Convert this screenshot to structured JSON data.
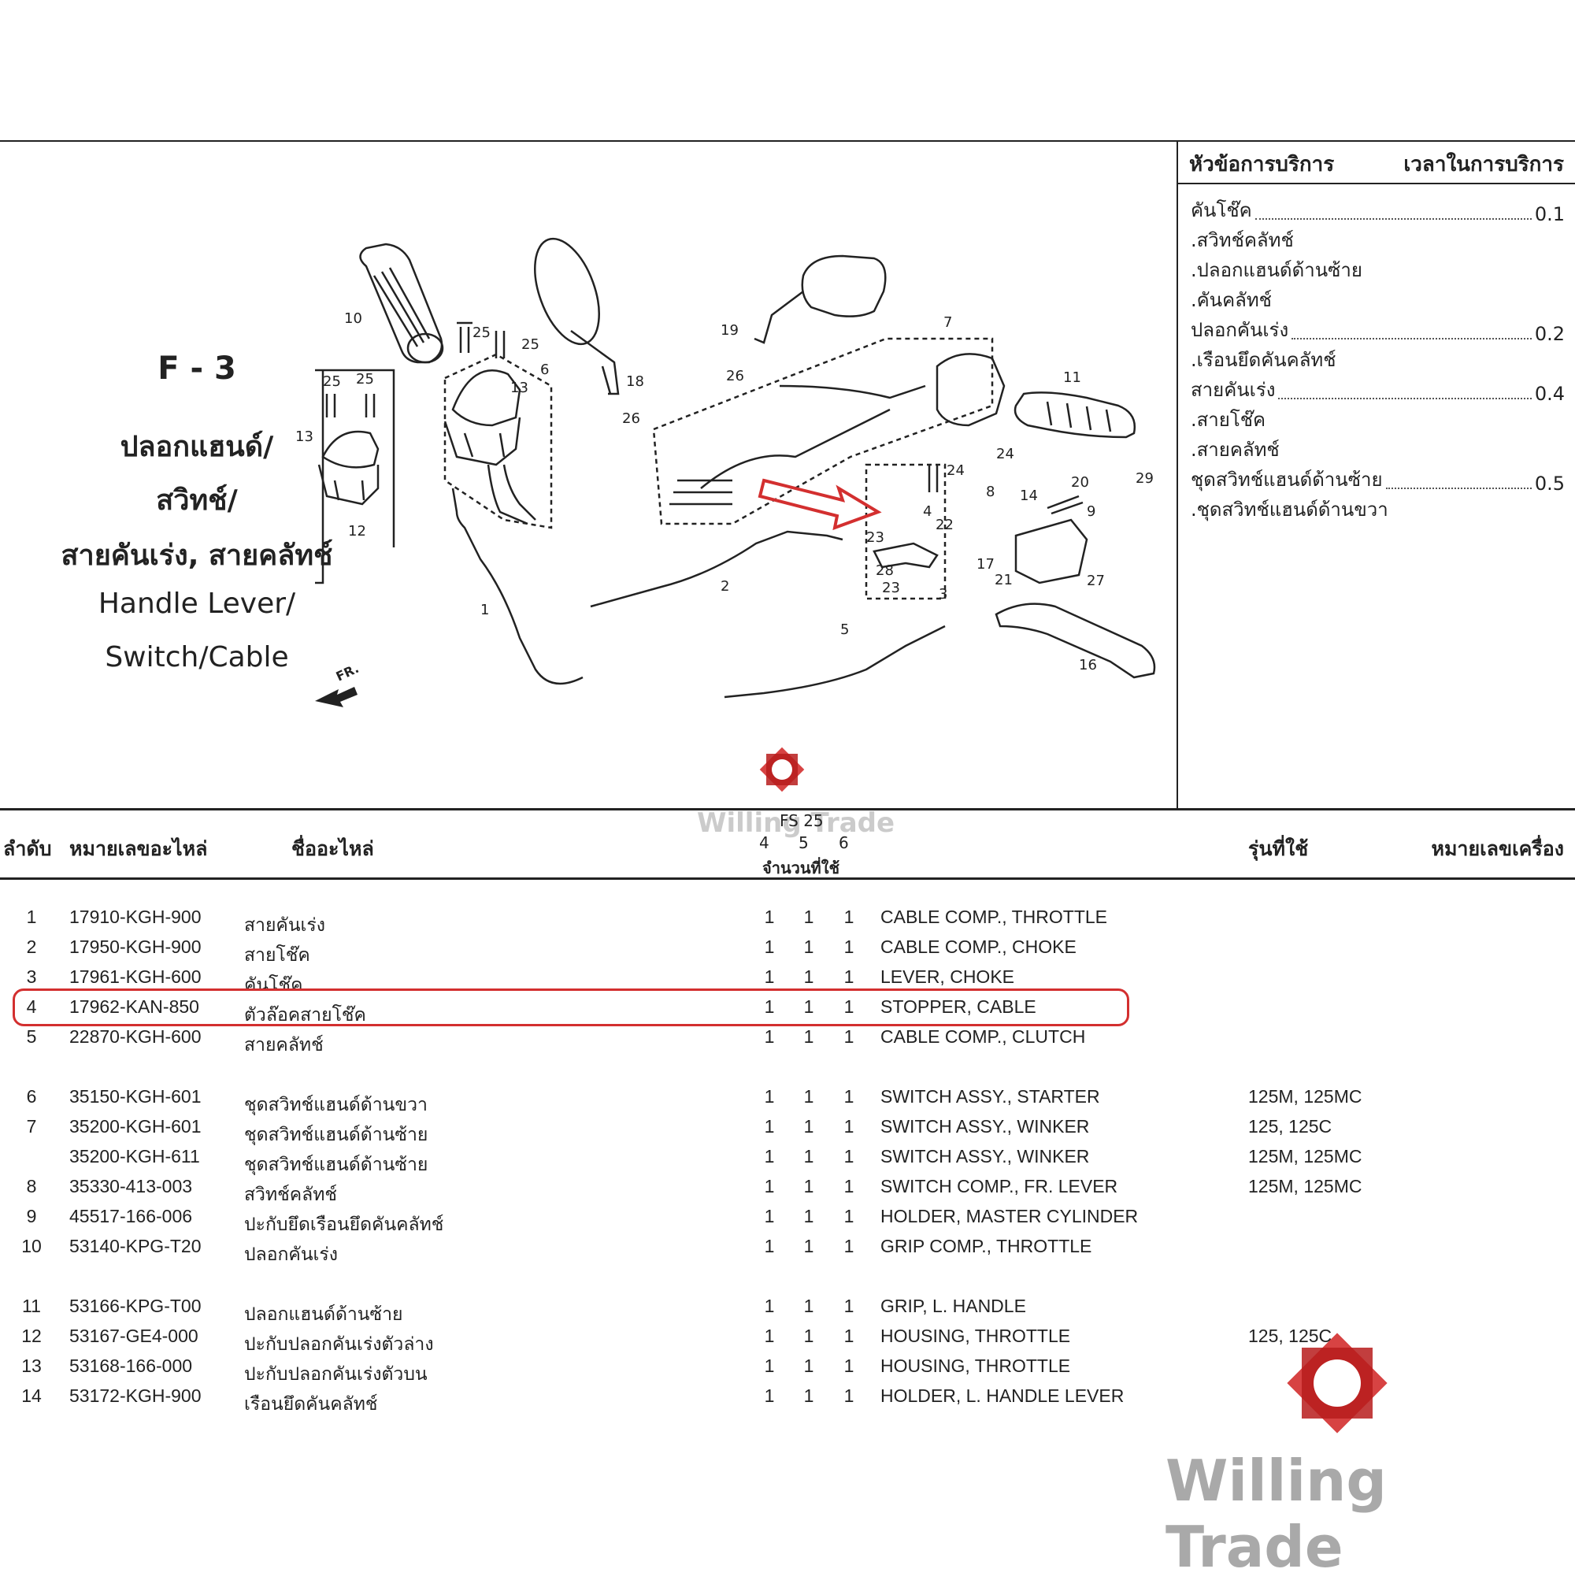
{
  "figure": {
    "code": "F - 3",
    "title_th_lines": [
      "ปลอกแฮนด์/",
      "สวิทช์/",
      "สายคันเร่ง, สายคลัทช์"
    ],
    "title_en_lines": [
      "Handle Lever/",
      "Switch/Cable"
    ],
    "front_marker": "FR.",
    "callouts": [
      "1",
      "2",
      "3",
      "4",
      "5",
      "6",
      "7",
      "8",
      "9",
      "10",
      "11",
      "12",
      "13",
      "13",
      "14",
      "16",
      "17",
      "18",
      "19",
      "20",
      "21",
      "22",
      "23",
      "23",
      "24",
      "24",
      "25",
      "25",
      "25",
      "25",
      "26",
      "26",
      "27",
      "28",
      "29"
    ]
  },
  "service_panel": {
    "header_topic": "หัวข้อการบริการ",
    "header_time": "เวลาในการบริการ",
    "items": [
      {
        "label": "คันโช๊ค",
        "time": "0.1"
      },
      {
        "label": ".สวิทช์คลัทช์",
        "time": ""
      },
      {
        "label": ".ปลอกแฮนด์ด้านซ้าย",
        "time": ""
      },
      {
        "label": ".คันคลัทช์",
        "time": ""
      },
      {
        "label": "ปลอกคันเร่ง",
        "time": "0.2"
      },
      {
        "label": ".เรือนยึดคันคลัทช์",
        "time": ""
      },
      {
        "label": "สายคันเร่ง",
        "time": "0.4"
      },
      {
        "label": ".สายโช๊ค",
        "time": ""
      },
      {
        "label": ".สายคลัทช์",
        "time": ""
      },
      {
        "label": "ชุดสวิทช์แฮนด์ด้านซ้าย",
        "time": "0.5"
      },
      {
        "label": ".ชุดสวิทช์แฮนด์ด้านขวา",
        "time": ""
      }
    ]
  },
  "table": {
    "headers": {
      "no": "ลำดับ",
      "part_no": "หมายเลขอะไหล่",
      "name": "ชื่ออะไหล่",
      "qty_model": "FS 25",
      "qty_cols": [
        "4",
        "5",
        "6"
      ],
      "qty_label": "จำนวนที่ใช้",
      "models": "รุ่นที่ใช้",
      "engine_no": "หมายเลขเครื่อง"
    },
    "rows": [
      {
        "no": "1",
        "part": "17910-KGH-900",
        "th": "สายคันเร่ง",
        "q": [
          "1",
          "1",
          "1"
        ],
        "en": "CABLE COMP., THROTTLE",
        "model": ""
      },
      {
        "no": "2",
        "part": "17950-KGH-900",
        "th": "สายโช๊ค",
        "q": [
          "1",
          "1",
          "1"
        ],
        "en": "CABLE COMP., CHOKE",
        "model": ""
      },
      {
        "no": "3",
        "part": "17961-KGH-600",
        "th": "คันโช๊ค",
        "q": [
          "1",
          "1",
          "1"
        ],
        "en": "LEVER, CHOKE",
        "model": ""
      },
      {
        "no": "4",
        "part": "17962-KAN-850",
        "th": "ตัวล๊อคสายโช๊ค",
        "q": [
          "1",
          "1",
          "1"
        ],
        "en": "STOPPER, CABLE",
        "model": ""
      },
      {
        "no": "5",
        "part": "22870-KGH-600",
        "th": "สายคลัทช์",
        "q": [
          "1",
          "1",
          "1"
        ],
        "en": "CABLE COMP., CLUTCH",
        "model": ""
      },
      {
        "no": "6",
        "part": "35150-KGH-601",
        "th": "ชุดสวิทช์แฮนด์ด้านขวา",
        "q": [
          "1",
          "1",
          "1"
        ],
        "en": "SWITCH ASSY., STARTER",
        "model": "125M, 125MC"
      },
      {
        "no": "7",
        "part": "35200-KGH-601",
        "th": "ชุดสวิทช์แฮนด์ด้านซ้าย",
        "q": [
          "1",
          "1",
          "1"
        ],
        "en": "SWITCH ASSY., WINKER",
        "model": "125, 125C"
      },
      {
        "no": "",
        "part": "35200-KGH-611",
        "th": "ชุดสวิทช์แฮนด์ด้านซ้าย",
        "q": [
          "1",
          "1",
          "1"
        ],
        "en": "SWITCH ASSY., WINKER",
        "model": "125M, 125MC"
      },
      {
        "no": "8",
        "part": "35330-413-003",
        "th": "สวิทช์คลัทช์",
        "q": [
          "1",
          "1",
          "1"
        ],
        "en": "SWITCH COMP., FR. LEVER",
        "model": "125M, 125MC"
      },
      {
        "no": "9",
        "part": "45517-166-006",
        "th": "ปะกับยึดเรือนยึดคันคลัทช์",
        "q": [
          "1",
          "1",
          "1"
        ],
        "en": "HOLDER, MASTER CYLINDER",
        "model": ""
      },
      {
        "no": "10",
        "part": "53140-KPG-T20",
        "th": "ปลอกคันเร่ง",
        "q": [
          "1",
          "1",
          "1"
        ],
        "en": "GRIP COMP., THROTTLE",
        "model": ""
      },
      {
        "no": "11",
        "part": "53166-KPG-T00",
        "th": "ปลอกแฮนด์ด้านซ้าย",
        "q": [
          "1",
          "1",
          "1"
        ],
        "en": "GRIP, L. HANDLE",
        "model": ""
      },
      {
        "no": "12",
        "part": "53167-GE4-000",
        "th": "ปะกับปลอกคันเร่งตัวล่าง",
        "q": [
          "1",
          "1",
          "1"
        ],
        "en": "HOUSING, THROTTLE",
        "model": "125, 125C"
      },
      {
        "no": "13",
        "part": "53168-166-000",
        "th": "ปะกับปลอกคันเร่งตัวบน",
        "q": [
          "1",
          "1",
          "1"
        ],
        "en": "HOUSING, THROTTLE",
        "model": ""
      },
      {
        "no": "14",
        "part": "53172-KGH-900",
        "th": "เรือนยึดคันคลัทช์",
        "q": [
          "1",
          "1",
          "1"
        ],
        "en": "HOLDER, L. HANDLE LEVER",
        "model": ""
      }
    ]
  },
  "watermark": {
    "brand": "Willing Trade",
    "color": "#d32f2f"
  },
  "colors": {
    "highlight": "#d32f2f",
    "line": "#222222"
  }
}
